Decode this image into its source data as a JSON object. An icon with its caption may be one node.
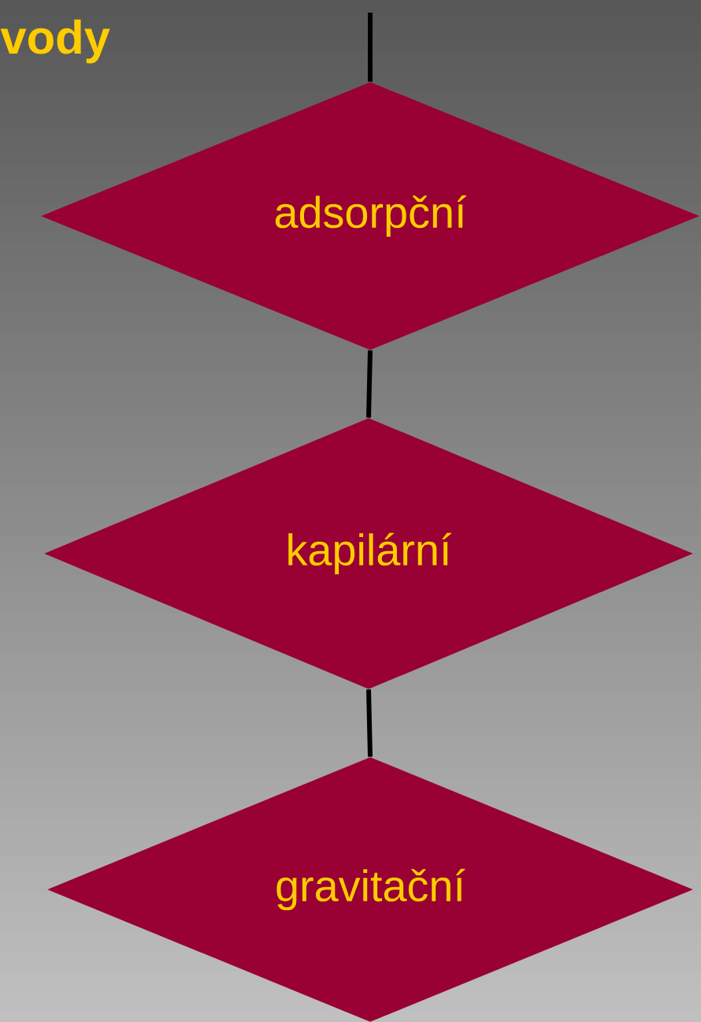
{
  "diagram": {
    "title": "vody",
    "nodes": [
      {
        "text": [
          "adsorpční"
        ]
      },
      {
        "text": [
          "kapilární"
        ]
      },
      {
        "text": [
          "gravitační"
        ]
      }
    ],
    "edges": [
      {
        "from": null,
        "to": 0,
        "arrow": "none"
      },
      {
        "from": 0,
        "to": 1,
        "arrow": "none"
      },
      {
        "from": 1,
        "to": 2,
        "arrow": "none"
      }
    ]
  }
}
